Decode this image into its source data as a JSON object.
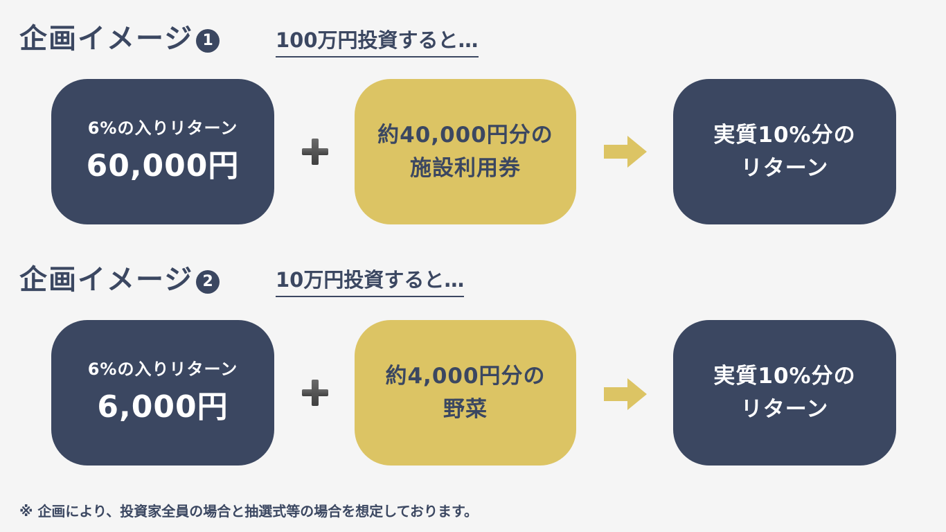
{
  "plans": [
    {
      "heading": "企画イメージ",
      "badge": "1",
      "subheading": "100万円投資すると…",
      "box1": {
        "line1": "6%の入りリターン",
        "line2": "60,000円"
      },
      "box2": {
        "line1": "約40,000円分の",
        "line2": "施設利用券"
      },
      "box3": {
        "line1": "実質10%分の",
        "line2": "リターン"
      }
    },
    {
      "heading": "企画イメージ",
      "badge": "2",
      "subheading": "10万円投資すると…",
      "box1": {
        "line1": "6%の入りリターン",
        "line2": "6,000円"
      },
      "box2": {
        "line1": "約4,000円分の",
        "line2": "野菜"
      },
      "box3": {
        "line1": "実質10%分の",
        "line2": "リターン"
      }
    }
  ],
  "footnote": "※ 企画により、投資家全員の場合と抽選式等の場合を想定しております。",
  "colors": {
    "navy": "#3b4761",
    "gold": "#dcc464",
    "background": "#f5f5f5"
  },
  "icons": {
    "plus": "plus-icon",
    "arrow": "arrow-right-icon"
  }
}
